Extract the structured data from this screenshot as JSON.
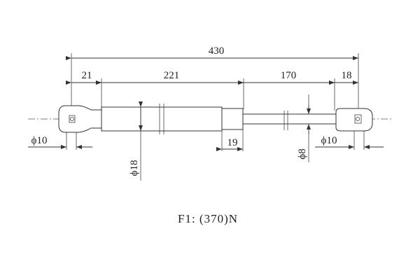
{
  "dimensions": {
    "overall_length": "430",
    "left_end": "21",
    "cylinder": "221",
    "rod": "170",
    "right_end": "18",
    "cylinder_collar": "19",
    "left_eye_dia": "ϕ10",
    "right_eye_dia": "ϕ10",
    "cylinder_dia": "ϕ18",
    "rod_dia": "ϕ8"
  },
  "force_label": "F1: (370)N"
}
